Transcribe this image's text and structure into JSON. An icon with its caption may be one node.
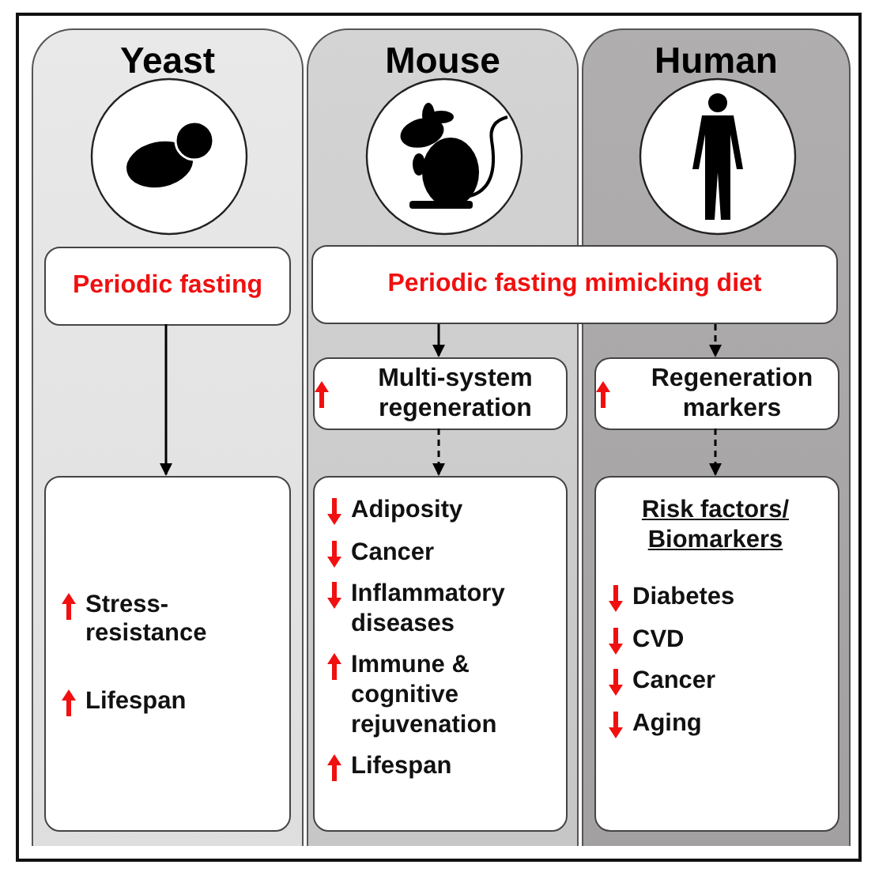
{
  "diagram": {
    "nodes": [
      {
        "text": [
          "Yeast"
        ]
      },
      {
        "text": [
          "Mouse"
        ]
      },
      {
        "text": [
          "Human"
        ]
      },
      {
        "text": [
          "Periodic fasting"
        ],
        "in": 0
      },
      {
        "text": [
          "Periodic fasting mimicking diet"
        ]
      },
      {
        "text": [
          "Multi-system regeneration"
        ],
        "in": 1
      },
      {
        "text": [
          "Regeneration markers"
        ],
        "in": 2
      },
      {
        "text": [
          "Stress-resistance",
          "Lifespan"
        ],
        "in": 0
      },
      {
        "text": [
          "Adiposity",
          "Cancer",
          "Inflammatory diseases",
          "Immune & cognitive rejuvenation",
          "Lifespan"
        ],
        "in": 1
      },
      {
        "text": [
          "Risk factors/ Biomarkers",
          "Diabetes",
          "CVD",
          "Cancer",
          "Aging"
        ],
        "in": 2
      }
    ],
    "edges": [
      {
        "from": 3,
        "to": 7,
        "arrow": "to"
      },
      {
        "from": 4,
        "to": 5,
        "arrow": "to"
      },
      {
        "from": 5,
        "to": 8,
        "arrow": "to",
        "style": "dashed"
      },
      {
        "from": 4,
        "to": 6,
        "arrow": "to",
        "style": "dashed"
      },
      {
        "from": 6,
        "to": 9,
        "arrow": "to",
        "style": "dashed"
      }
    ]
  }
}
